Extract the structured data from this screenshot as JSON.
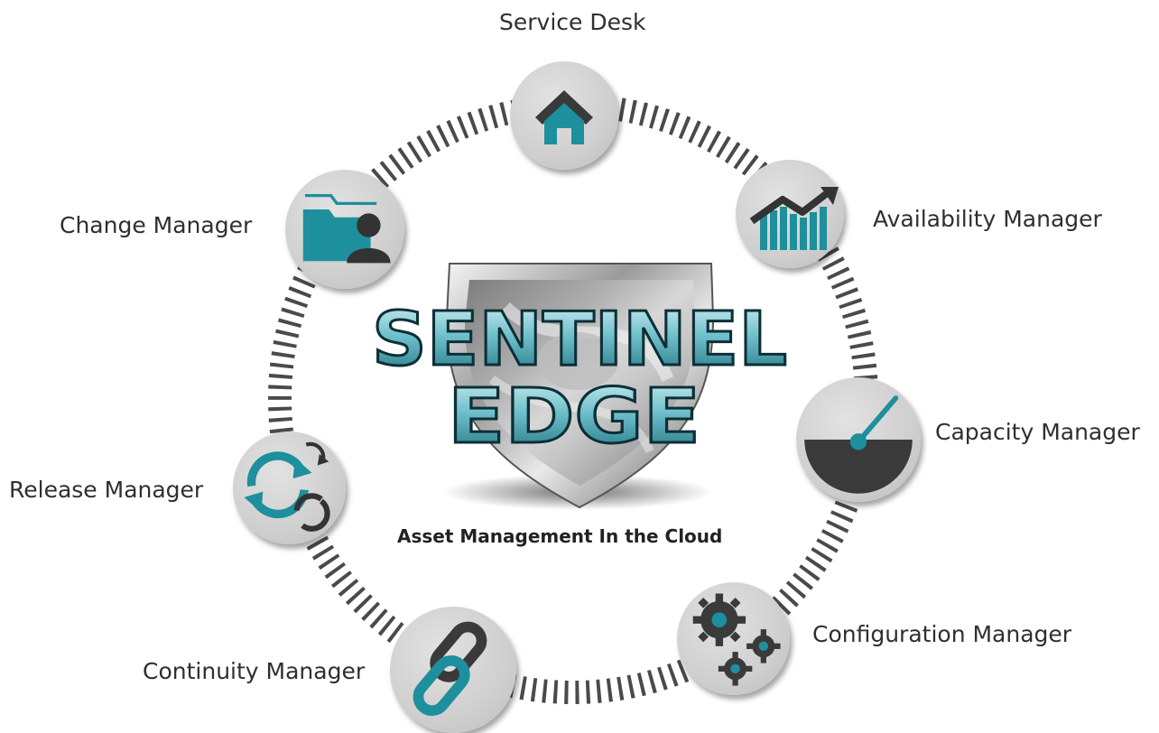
{
  "product": {
    "line1": "SENTINEL",
    "line2": "EDGE",
    "tagline": "Asset Management In the Cloud"
  },
  "nodes": [
    {
      "key": "service-desk",
      "label": "Service Desk",
      "icon": "house-icon"
    },
    {
      "key": "availability",
      "label": "Availability Manager",
      "icon": "trend-chart-icon"
    },
    {
      "key": "capacity",
      "label": "Capacity Manager",
      "icon": "gauge-icon"
    },
    {
      "key": "configuration",
      "label": "Configuration Manager",
      "icon": "gears-icon"
    },
    {
      "key": "continuity",
      "label": "Continuity Manager",
      "icon": "chain-link-icon"
    },
    {
      "key": "release",
      "label": "Release Manager",
      "icon": "refresh-cycle-icon"
    },
    {
      "key": "change",
      "label": "Change Manager",
      "icon": "folder-user-icon"
    }
  ],
  "colors": {
    "teal": "#1e8f9c",
    "dark": "#3a3a3a",
    "node_bg": "#d3d3d3",
    "ring": "#4a4a4a"
  }
}
